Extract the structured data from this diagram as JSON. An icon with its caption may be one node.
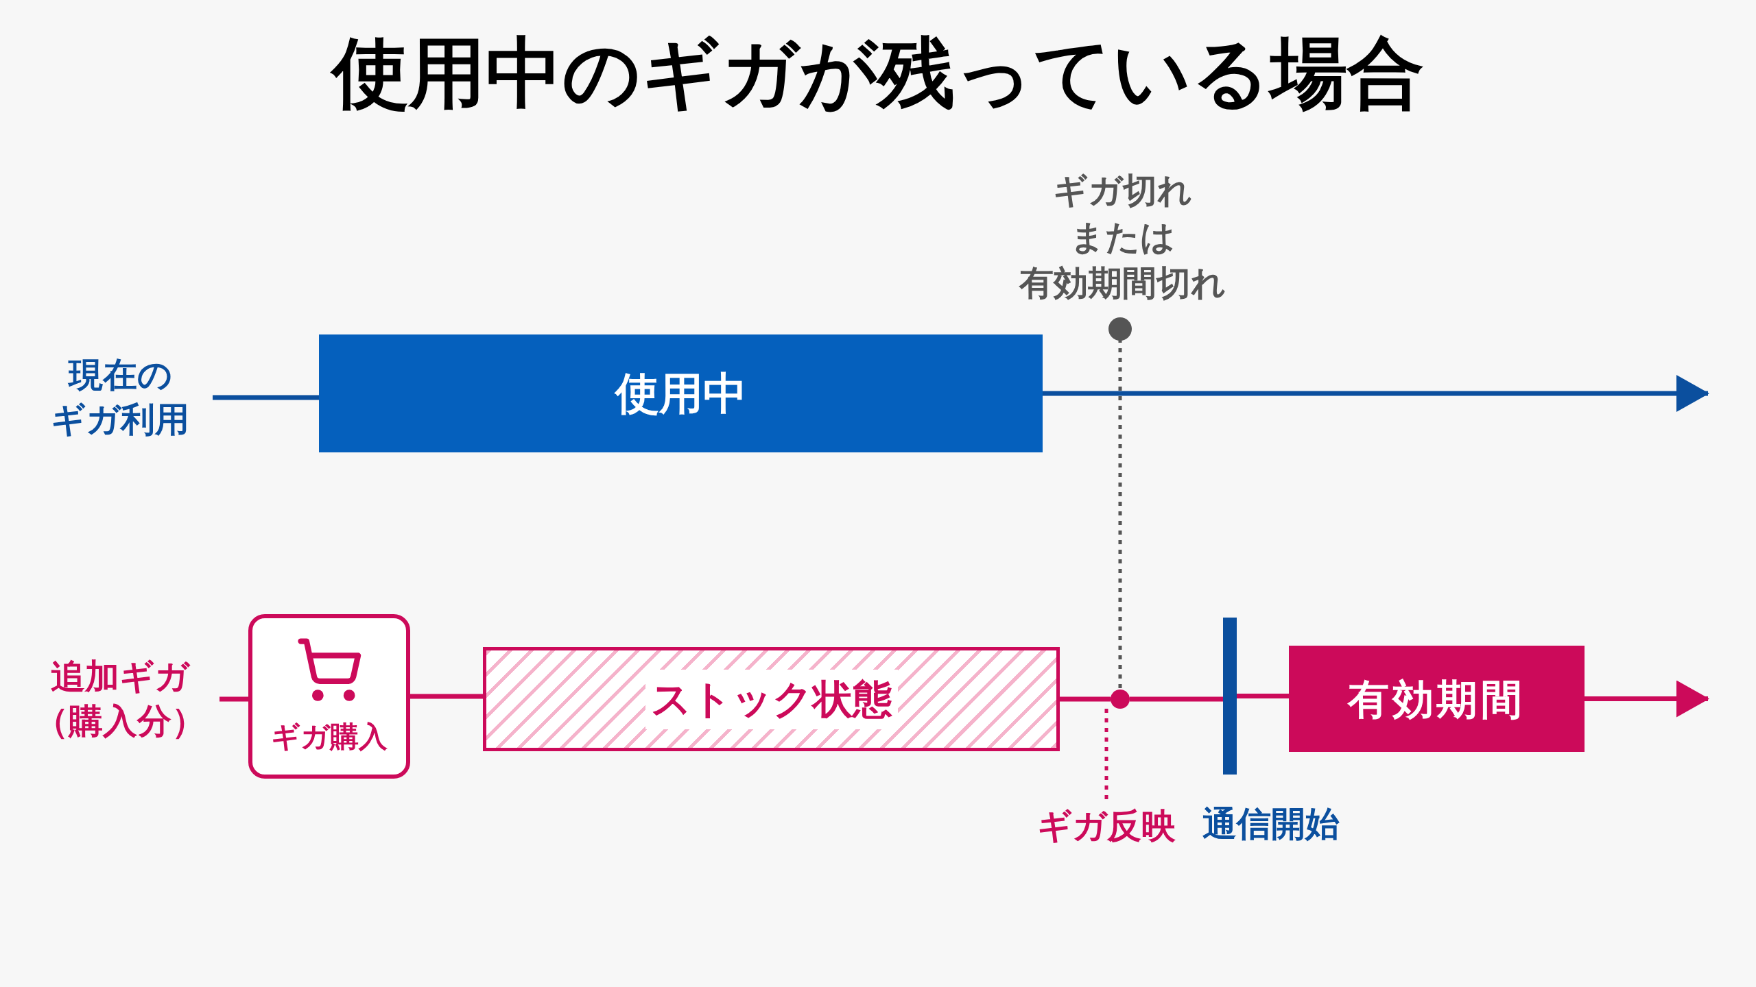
{
  "diagram": {
    "title": "使用中のギガが残っている場合",
    "nodes": [
      {
        "text": [
          "現在の",
          "ギガ利用"
        ]
      },
      {
        "text": [
          "使用中"
        ]
      },
      {
        "text": [
          "ギガ切れ",
          "または",
          "有効期間切れ"
        ]
      },
      {
        "text": [
          "追加ギガ（購入分）"
        ]
      },
      {
        "text": [
          "ギガ購入"
        ]
      },
      {
        "text": [
          "ストック状態"
        ]
      },
      {
        "text": [],
        "shape": "circle"
      },
      {
        "text": [],
        "shape": "bar",
        "beside": [
          "通信開始"
        ]
      },
      {
        "text": [
          "有効期間"
        ]
      },
      {
        "text": [
          "ギガ反映"
        ]
      }
    ],
    "edges": [
      {
        "from": 0,
        "to": 1,
        "arrow": "none",
        "color": "#0b4f9e"
      },
      {
        "from": 1,
        "to": null,
        "arrow": "to",
        "color": "#0b4f9e"
      },
      {
        "from": 3,
        "to": 4,
        "arrow": "none"
      },
      {
        "from": 4,
        "to": 5,
        "arrow": "none"
      },
      {
        "from": 5,
        "to": 6,
        "arrow": "none"
      },
      {
        "from": 6,
        "to": 7,
        "arrow": "none"
      },
      {
        "from": 7,
        "to": 8,
        "arrow": "none"
      },
      {
        "from": 8,
        "to": null,
        "arrow": "to"
      },
      {
        "from": 2,
        "to": 6,
        "arrow": "other",
        "style": "dashed",
        "color": "#555555"
      },
      {
        "from": 6,
        "to": 9,
        "arrow": "none",
        "style": "dashed"
      }
    ]
  }
}
